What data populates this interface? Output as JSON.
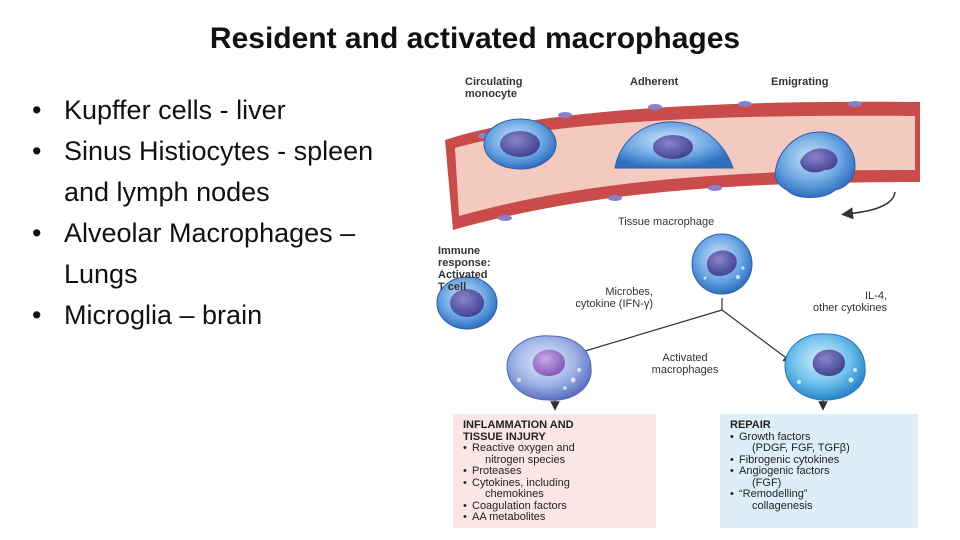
{
  "title": "Resident and activated macrophages",
  "bullets": [
    "Kupffer cells - liver",
    "Sinus Histiocytes - spleen and lymph nodes",
    "Alveolar Macrophages – Lungs",
    "Microglia – brain"
  ],
  "diagram": {
    "header": {
      "circulating": [
        "Circulating",
        "monocyte"
      ],
      "adherent": "Adherent",
      "emigrating": "Emigrating"
    },
    "tissue_macrophage": "Tissue macrophage",
    "immune": [
      "Immune",
      "response:",
      "Activated",
      "T cell"
    ],
    "microbes": [
      "Microbes,",
      "cytokine (IFN-γ)"
    ],
    "il4": [
      "IL-4,",
      "other cytokines"
    ],
    "activated": [
      "Activated",
      "macrophages"
    ],
    "inflammation": {
      "title": [
        "INFLAMMATION AND",
        "TISSUE INJURY"
      ],
      "items": [
        "Reactive oxygen and",
        "nitrogen species",
        "Proteases",
        "Cytokines, including",
        "chemokines",
        "Coagulation factors",
        "AA metabolites"
      ]
    },
    "repair": {
      "title": "REPAIR",
      "items": [
        "Growth factors",
        "(PDGF, FGF, TGFβ)",
        "Fibrogenic cytokines",
        "Angiogenic factors",
        "(FGF)",
        "“Remodelling”",
        "collagenesis"
      ]
    },
    "colors": {
      "vessel_wall": "#c94c4a",
      "vessel_lumen": "#f3c9c0",
      "cell_blue": "#4f8fd6",
      "nucleus": "#3e4f9e",
      "activated_cell": "#9b8fd6",
      "infl_box": "#fbe6e6",
      "repair_box": "#ddeef9"
    }
  }
}
